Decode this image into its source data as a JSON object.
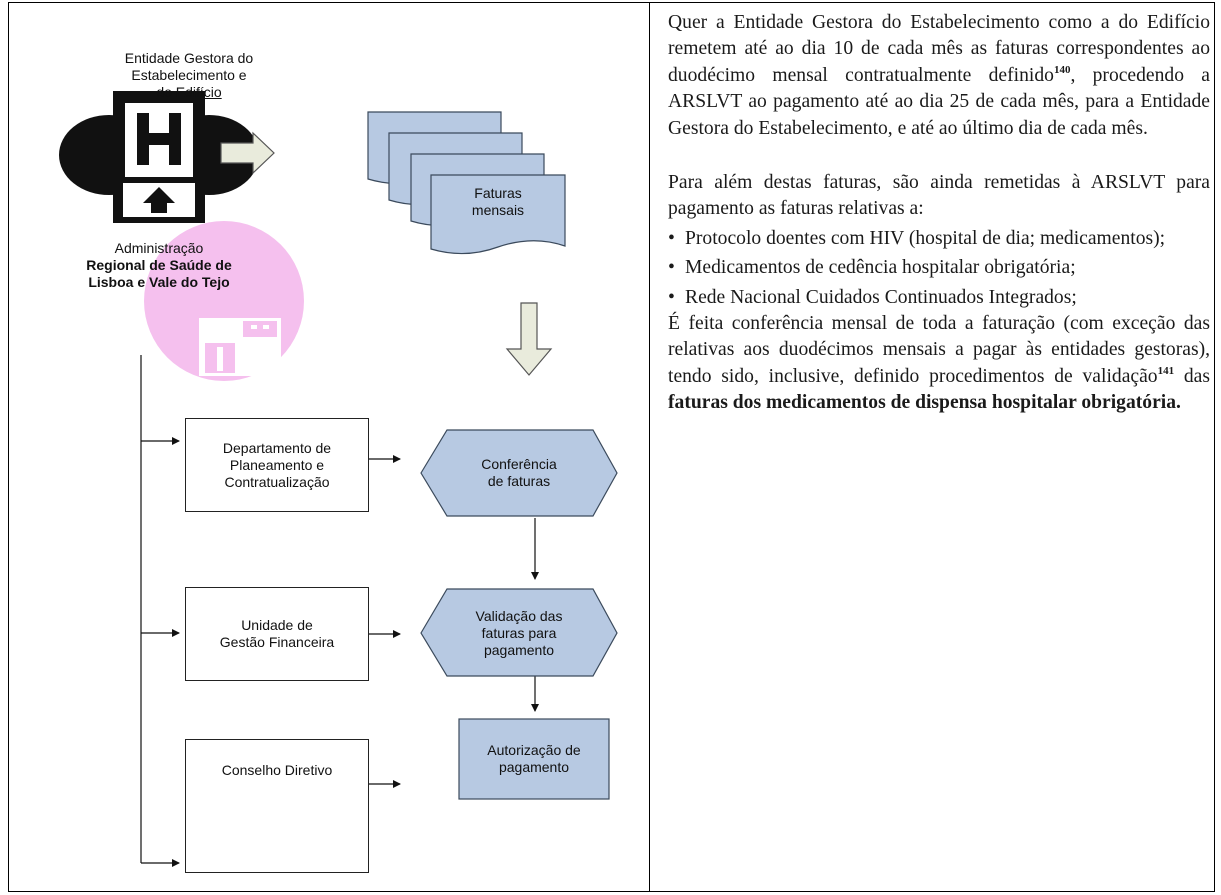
{
  "diagram": {
    "top_org": [
      "Entidade Gestora do",
      "Estabelecimento e",
      "do Edifício"
    ],
    "admin_org": [
      "Administração",
      "Regional de Saúde de",
      "Lisboa e Vale do Tejo"
    ],
    "invoices": [
      "Faturas",
      "mensais"
    ],
    "departments": [
      {
        "label": [
          "Departamento de",
          "Planeamento e",
          "Contratualização"
        ]
      },
      {
        "label": [
          "Unidade de",
          "Gestão Financeira"
        ]
      },
      {
        "label": [
          "Conselho Diretivo"
        ]
      }
    ],
    "steps": [
      {
        "label": [
          "Conferência",
          "de faturas"
        ]
      },
      {
        "label": [
          "Validação das",
          "faturas para",
          "pagamento"
        ]
      },
      {
        "label": [
          "Autorização de",
          "pagamento"
        ]
      }
    ]
  },
  "text": {
    "para1_a": "Quer a Entidade Gestora do Estabelecimento como a do Edifício remetem até ao dia 10 de cada mês as faturas correspondentes ao duodécimo mensal contratualmente definido",
    "fn140": "140",
    "para1_b": ", procedendo a ARSLVT ao pagamento até ao dia 25 de cada mês, para a Entidade Gestora do Estabelecimento, e até ao último dia de cada mês.",
    "para2": "Para além destas faturas, são ainda remetidas à ARSLVT para pagamento as faturas relativas a:",
    "bullet_char": "•",
    "bullets": [
      "Protocolo doentes com HIV (hospital de dia; medicamentos);",
      "Medicamentos de cedência hospitalar obrigatória;",
      "Rede Nacional Cuidados Continuados Integrados;"
    ],
    "para3_a": "É feita conferência mensal de toda a faturação (com exceção das relativas aos duodécimos mensais a pagar às entidades gestoras), tendo sido, inclusive, definido procedimentos de validação",
    "fn141": "141",
    "para3_b": " das ",
    "para3_bold": "faturas dos medicamentos de dispensa hospitalar obrigatória."
  }
}
